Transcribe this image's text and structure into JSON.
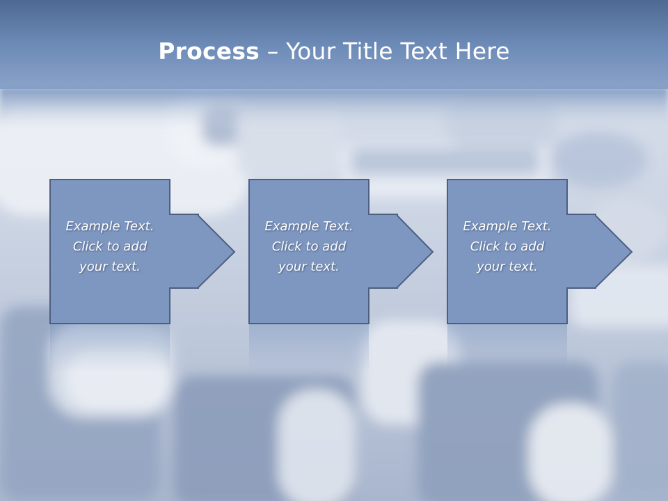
{
  "slide": {
    "title_bold": "Process",
    "title_rest": " – Your Title Text Here"
  },
  "steps": [
    {
      "lines": [
        "Example Text.",
        "Click  to add",
        "your text."
      ]
    },
    {
      "lines": [
        "Example Text.",
        "Click  to add",
        "your text."
      ]
    },
    {
      "lines": [
        "Example Text.",
        "Click  to add",
        "your text."
      ]
    }
  ],
  "colors": {
    "title_band": "#5f7ca8",
    "box_fill": "#7e97c0",
    "box_stroke": "#4d5f80",
    "text": "#ffffff"
  }
}
